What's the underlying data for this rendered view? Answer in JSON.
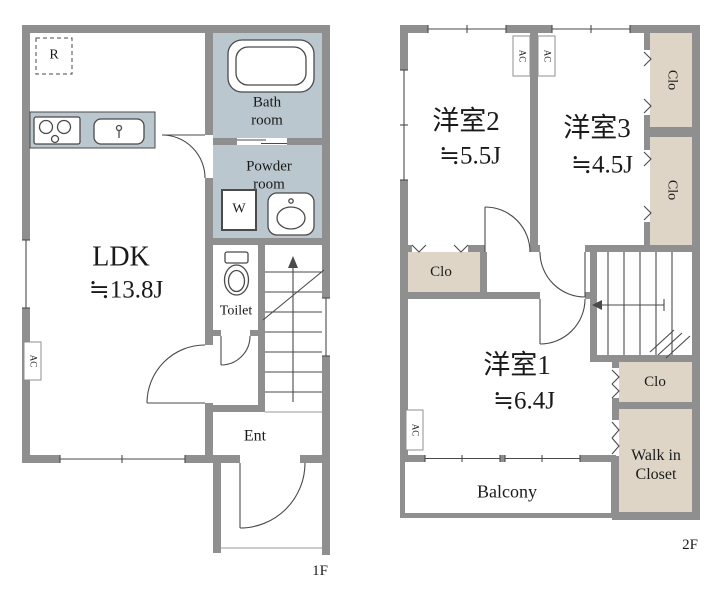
{
  "colors": {
    "wall": "#8f8f8f",
    "wet": "#bac7ce",
    "closet": "#ded5c6",
    "line": "#4a4a4a",
    "text": "#1a1a1a"
  },
  "f1": {
    "floor_label": "1F",
    "ldk_name": "LDK",
    "ldk_size": "≒13.8J",
    "bath": "Bath\nroom",
    "powder": "Powder\nroom",
    "toilet": "Toilet",
    "ent": "Ent",
    "fridge": "R",
    "washer": "W",
    "ac": "AC"
  },
  "f2": {
    "floor_label": "2F",
    "room2_name": "洋室2",
    "room2_size": "≒5.5J",
    "room3_name": "洋室3",
    "room3_size": "≒4.5J",
    "room1_name": "洋室1",
    "room1_size": "≒6.4J",
    "closet_right_top": "Clo",
    "closet_right_mid": "Clo",
    "closet_mid": "Clo",
    "closet_room1": "Clo",
    "walk_in_closet": "Walk in\nCloset",
    "balcony": "Balcony",
    "ac_room2": "AC",
    "ac_room3": "AC",
    "ac_room1": "AC"
  }
}
